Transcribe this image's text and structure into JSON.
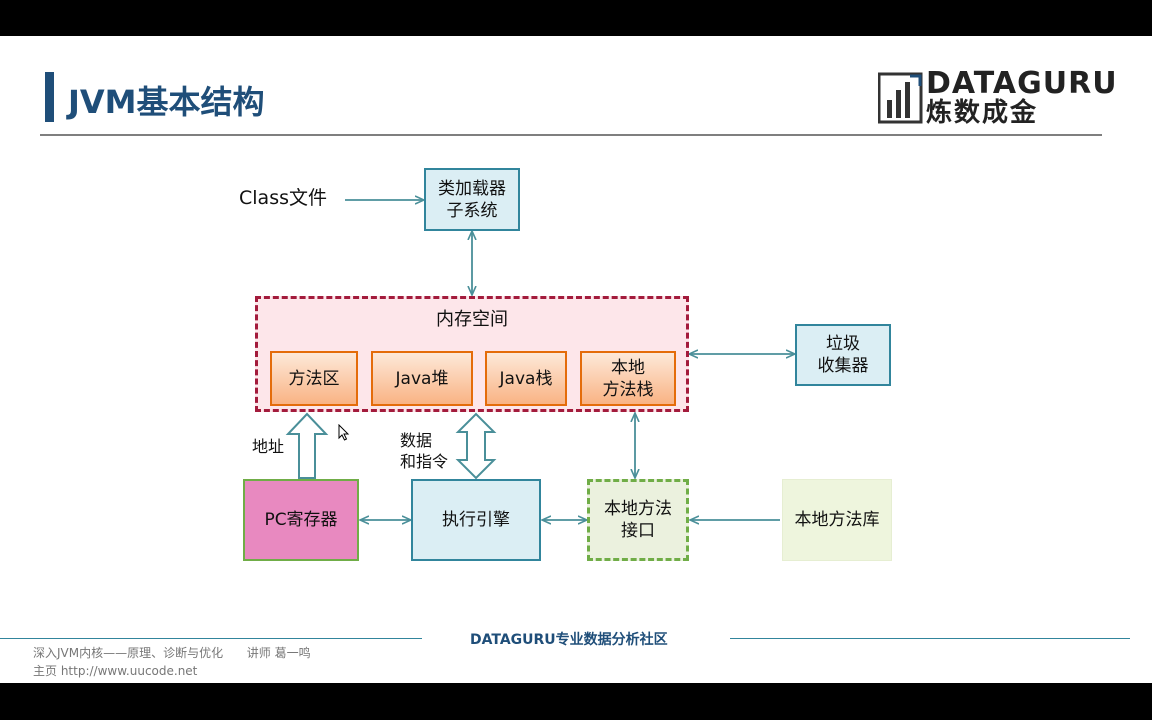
{
  "slide": {
    "title": "JVM基本结构",
    "logo": {
      "top_text": "DATAGURU",
      "bottom_text": "炼数成金"
    }
  },
  "diagram": {
    "class_file": "Class文件",
    "class_loader": {
      "line1": "类加载器",
      "line2": "子系统"
    },
    "memory_space": {
      "title": "内存空间",
      "method_area": "方法区",
      "java_heap": "Java堆",
      "java_stack": "Java栈",
      "native_stack": {
        "line1": "本地",
        "line2": "方法栈"
      }
    },
    "gc": {
      "line1": "垃圾",
      "line2": "收集器"
    },
    "address_label": "地址",
    "data_instr_label": {
      "line1": "数据",
      "line2": "和指令"
    },
    "pc_register": "PC寄存器",
    "execution_engine": "执行引擎",
    "native_interface": {
      "line1": "本地方法",
      "line2": "接口"
    },
    "native_library": "本地方法库"
  },
  "footer": {
    "center": "DATAGURU专业数据分析社区",
    "course": "深入JVM内核——原理、诊断与优化",
    "lecturer": "讲师 葛一鸣",
    "homepage": "主页 http://www.uucode.net"
  },
  "colors": {
    "title": "#1f4e79",
    "arrow": "#4a8f99",
    "memory_border": "#a31b3c",
    "orange_border": "#e46c0a",
    "blue_border": "#31859c"
  }
}
